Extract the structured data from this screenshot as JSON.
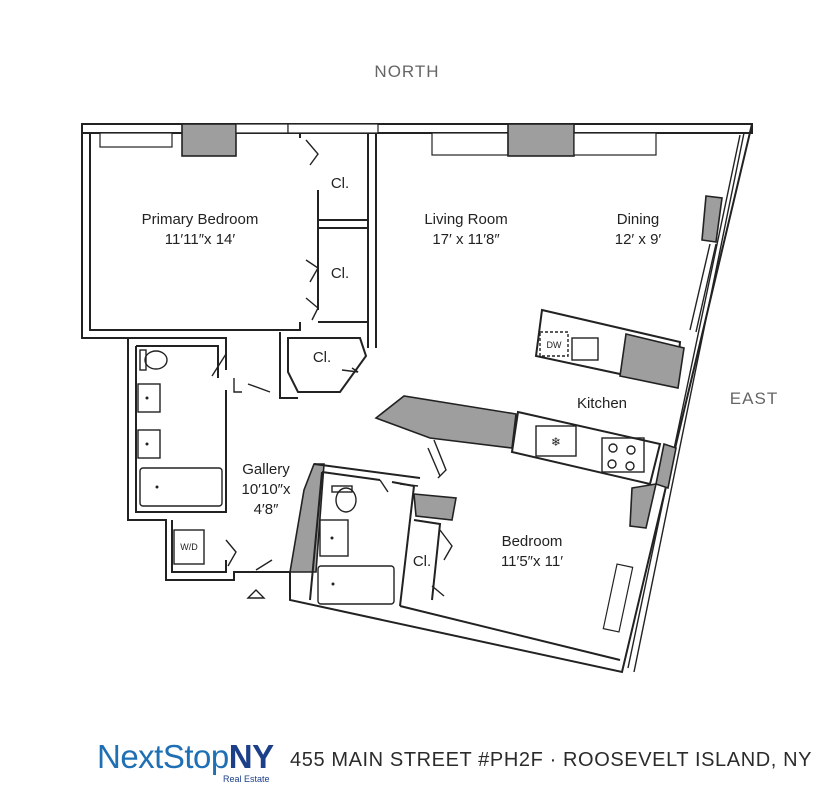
{
  "compass": {
    "north": "NORTH",
    "east": "EAST"
  },
  "rooms": {
    "primary_bedroom": {
      "name": "Primary Bedroom",
      "dims": "11′11″x 14′"
    },
    "living_room": {
      "name": "Living Room",
      "dims": "17′ x 11′8″"
    },
    "dining": {
      "name": "Dining",
      "dims": "12′ x 9′"
    },
    "kitchen": {
      "name": "Kitchen"
    },
    "gallery": {
      "name": "Gallery",
      "dims_line1": "10′10″x",
      "dims_line2": "4′8″"
    },
    "bedroom": {
      "name": "Bedroom",
      "dims": "11′5″x 11′"
    }
  },
  "closets": {
    "label": "Cl."
  },
  "appliances": {
    "dishwasher": "DW",
    "washer_dryer": "W/D"
  },
  "branding": {
    "logo_main": "NextStop",
    "logo_accent": "NY",
    "logo_sub": "Real Estate",
    "address": "455 MAIN STREET #PH2F · ROOSEVELT ISLAND, NY"
  }
}
